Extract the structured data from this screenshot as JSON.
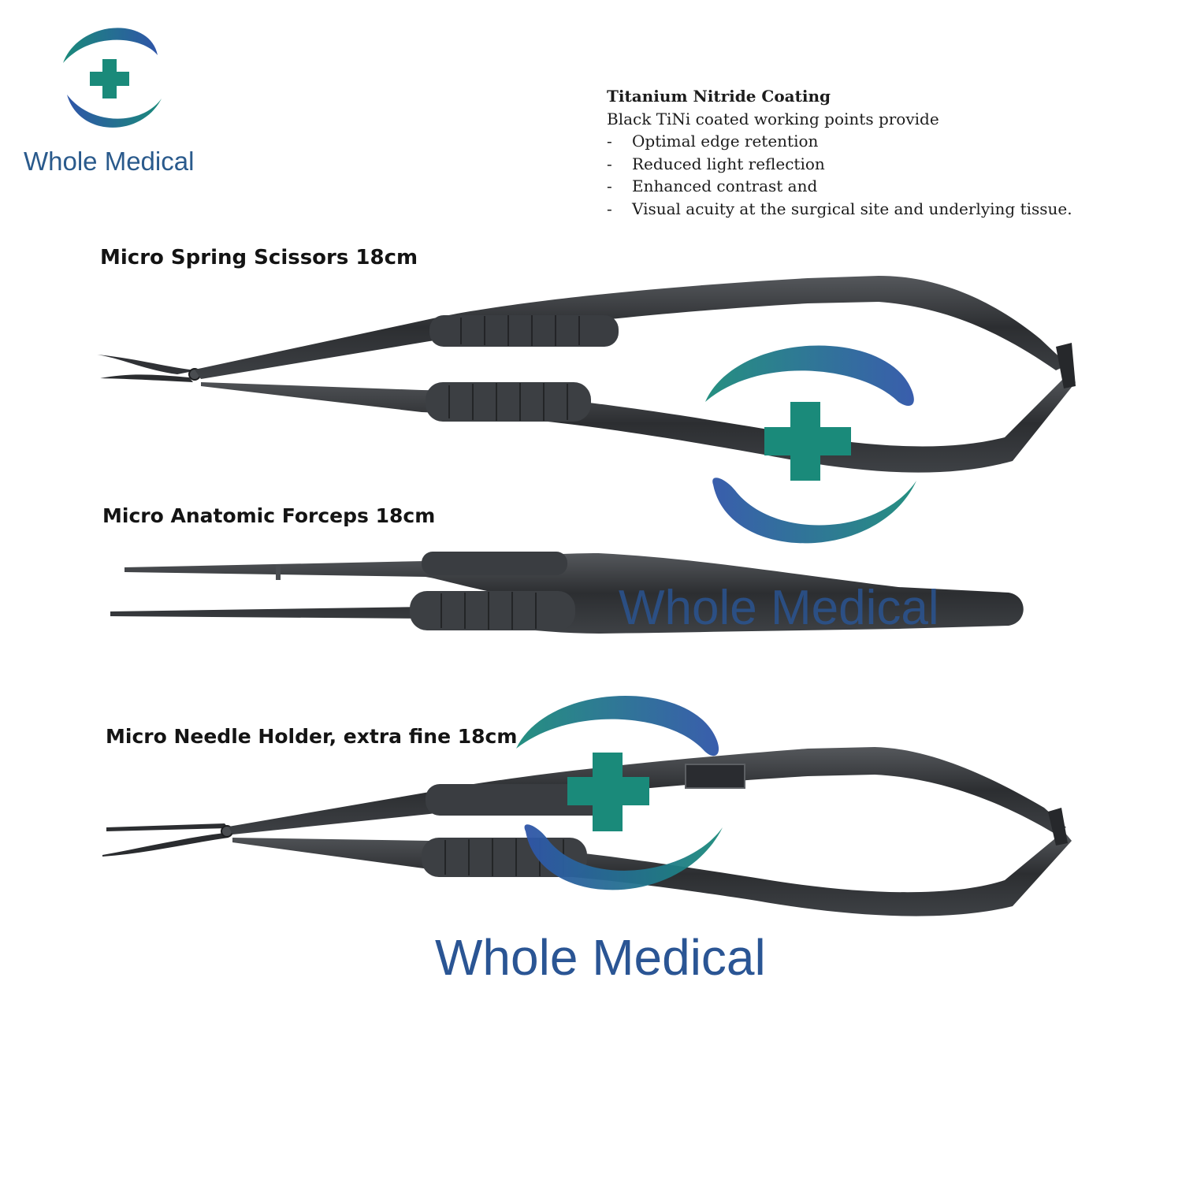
{
  "brand": {
    "name": "Whole Medical",
    "colors": {
      "teal": "#1a8a7a",
      "blue": "#2f5aa0",
      "steel": "#2c2e31"
    }
  },
  "info": {
    "title": "Titanium Nitride Coating",
    "intro": "Black TiNi coated working points provide",
    "items": [
      {
        "dash": "-",
        "text": "Optimal edge retention"
      },
      {
        "dash": "-",
        "text": "Reduced light reflection"
      },
      {
        "dash": "-",
        "text": "Enhanced contrast and"
      },
      {
        "dash": "-",
        "text": "Visual acuity at the surgical site and underlying tissue."
      }
    ]
  },
  "products": [
    {
      "title": "Micro Spring Scissors 18cm",
      "icon": "spring-scissors-illustration"
    },
    {
      "title": "Micro Anatomic Forceps 18cm",
      "icon": "anatomic-forceps-illustration"
    },
    {
      "title": "Micro Needle Holder, extra fine 18cm",
      "icon": "needle-holder-illustration"
    }
  ],
  "watermarks": {
    "middle_text": "Whole Medical",
    "bottom_text": "Whole Medical"
  }
}
